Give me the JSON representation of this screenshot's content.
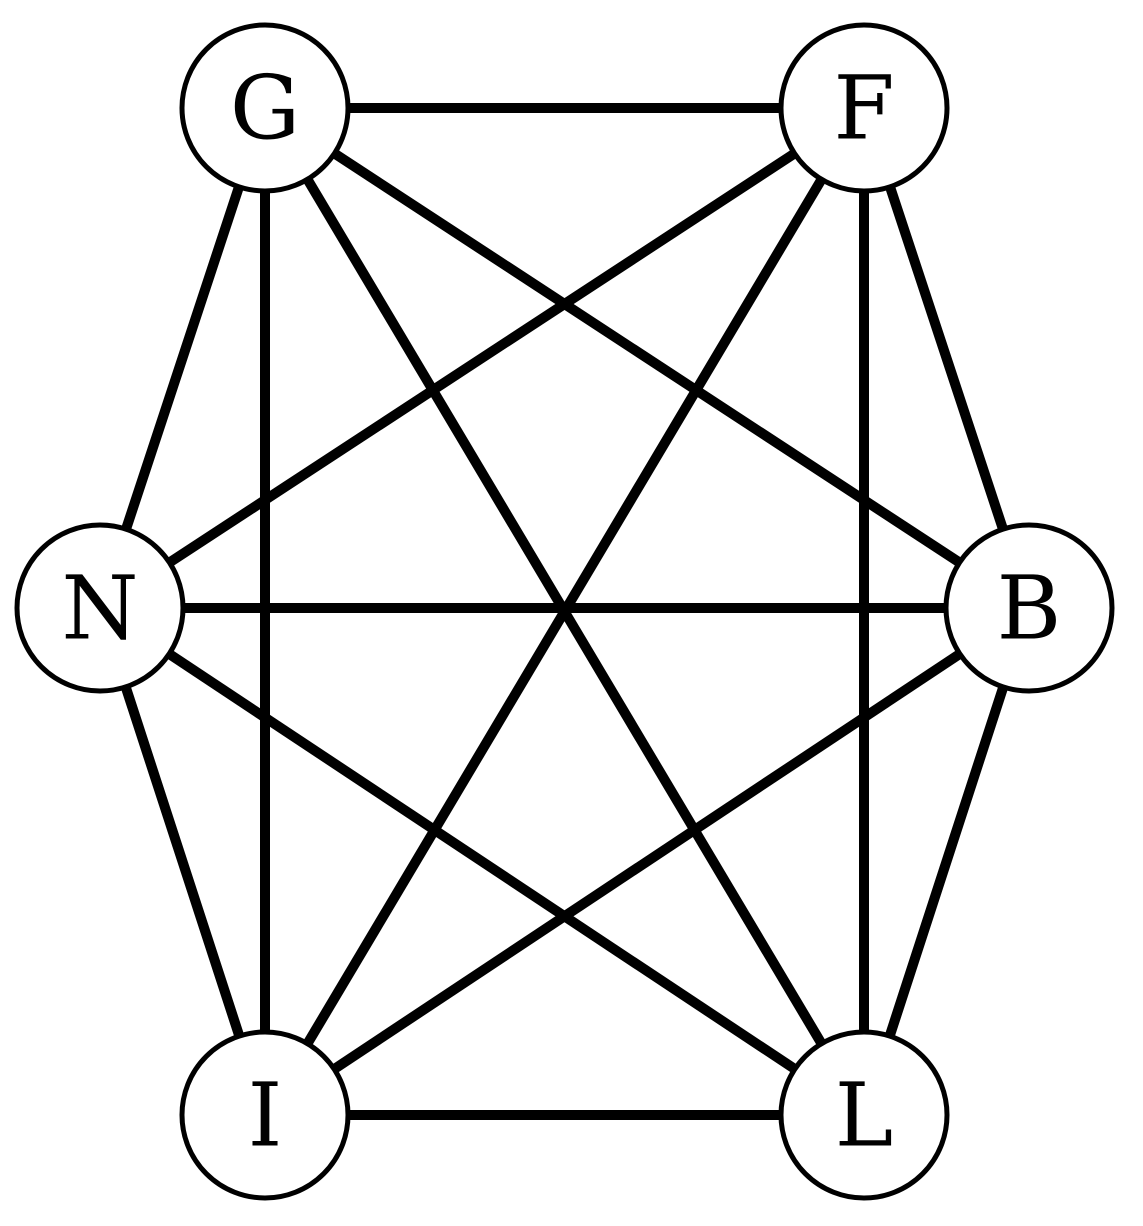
{
  "graph": {
    "nodes": [
      {
        "id": "G",
        "label": "G"
      },
      {
        "id": "F",
        "label": "F"
      },
      {
        "id": "N",
        "label": "N"
      },
      {
        "id": "B",
        "label": "B"
      },
      {
        "id": "I",
        "label": "I"
      },
      {
        "id": "L",
        "label": "L"
      }
    ],
    "edges": [
      [
        "G",
        "F"
      ],
      [
        "G",
        "N"
      ],
      [
        "G",
        "I"
      ],
      [
        "G",
        "B"
      ],
      [
        "G",
        "L"
      ],
      [
        "F",
        "N"
      ],
      [
        "F",
        "I"
      ],
      [
        "F",
        "L"
      ],
      [
        "F",
        "B"
      ],
      [
        "N",
        "B"
      ],
      [
        "N",
        "I"
      ],
      [
        "N",
        "L"
      ],
      [
        "B",
        "I"
      ],
      [
        "B",
        "L"
      ],
      [
        "I",
        "L"
      ]
    ],
    "colors": {
      "stroke": "#000000",
      "fill": "#ffffff"
    }
  }
}
